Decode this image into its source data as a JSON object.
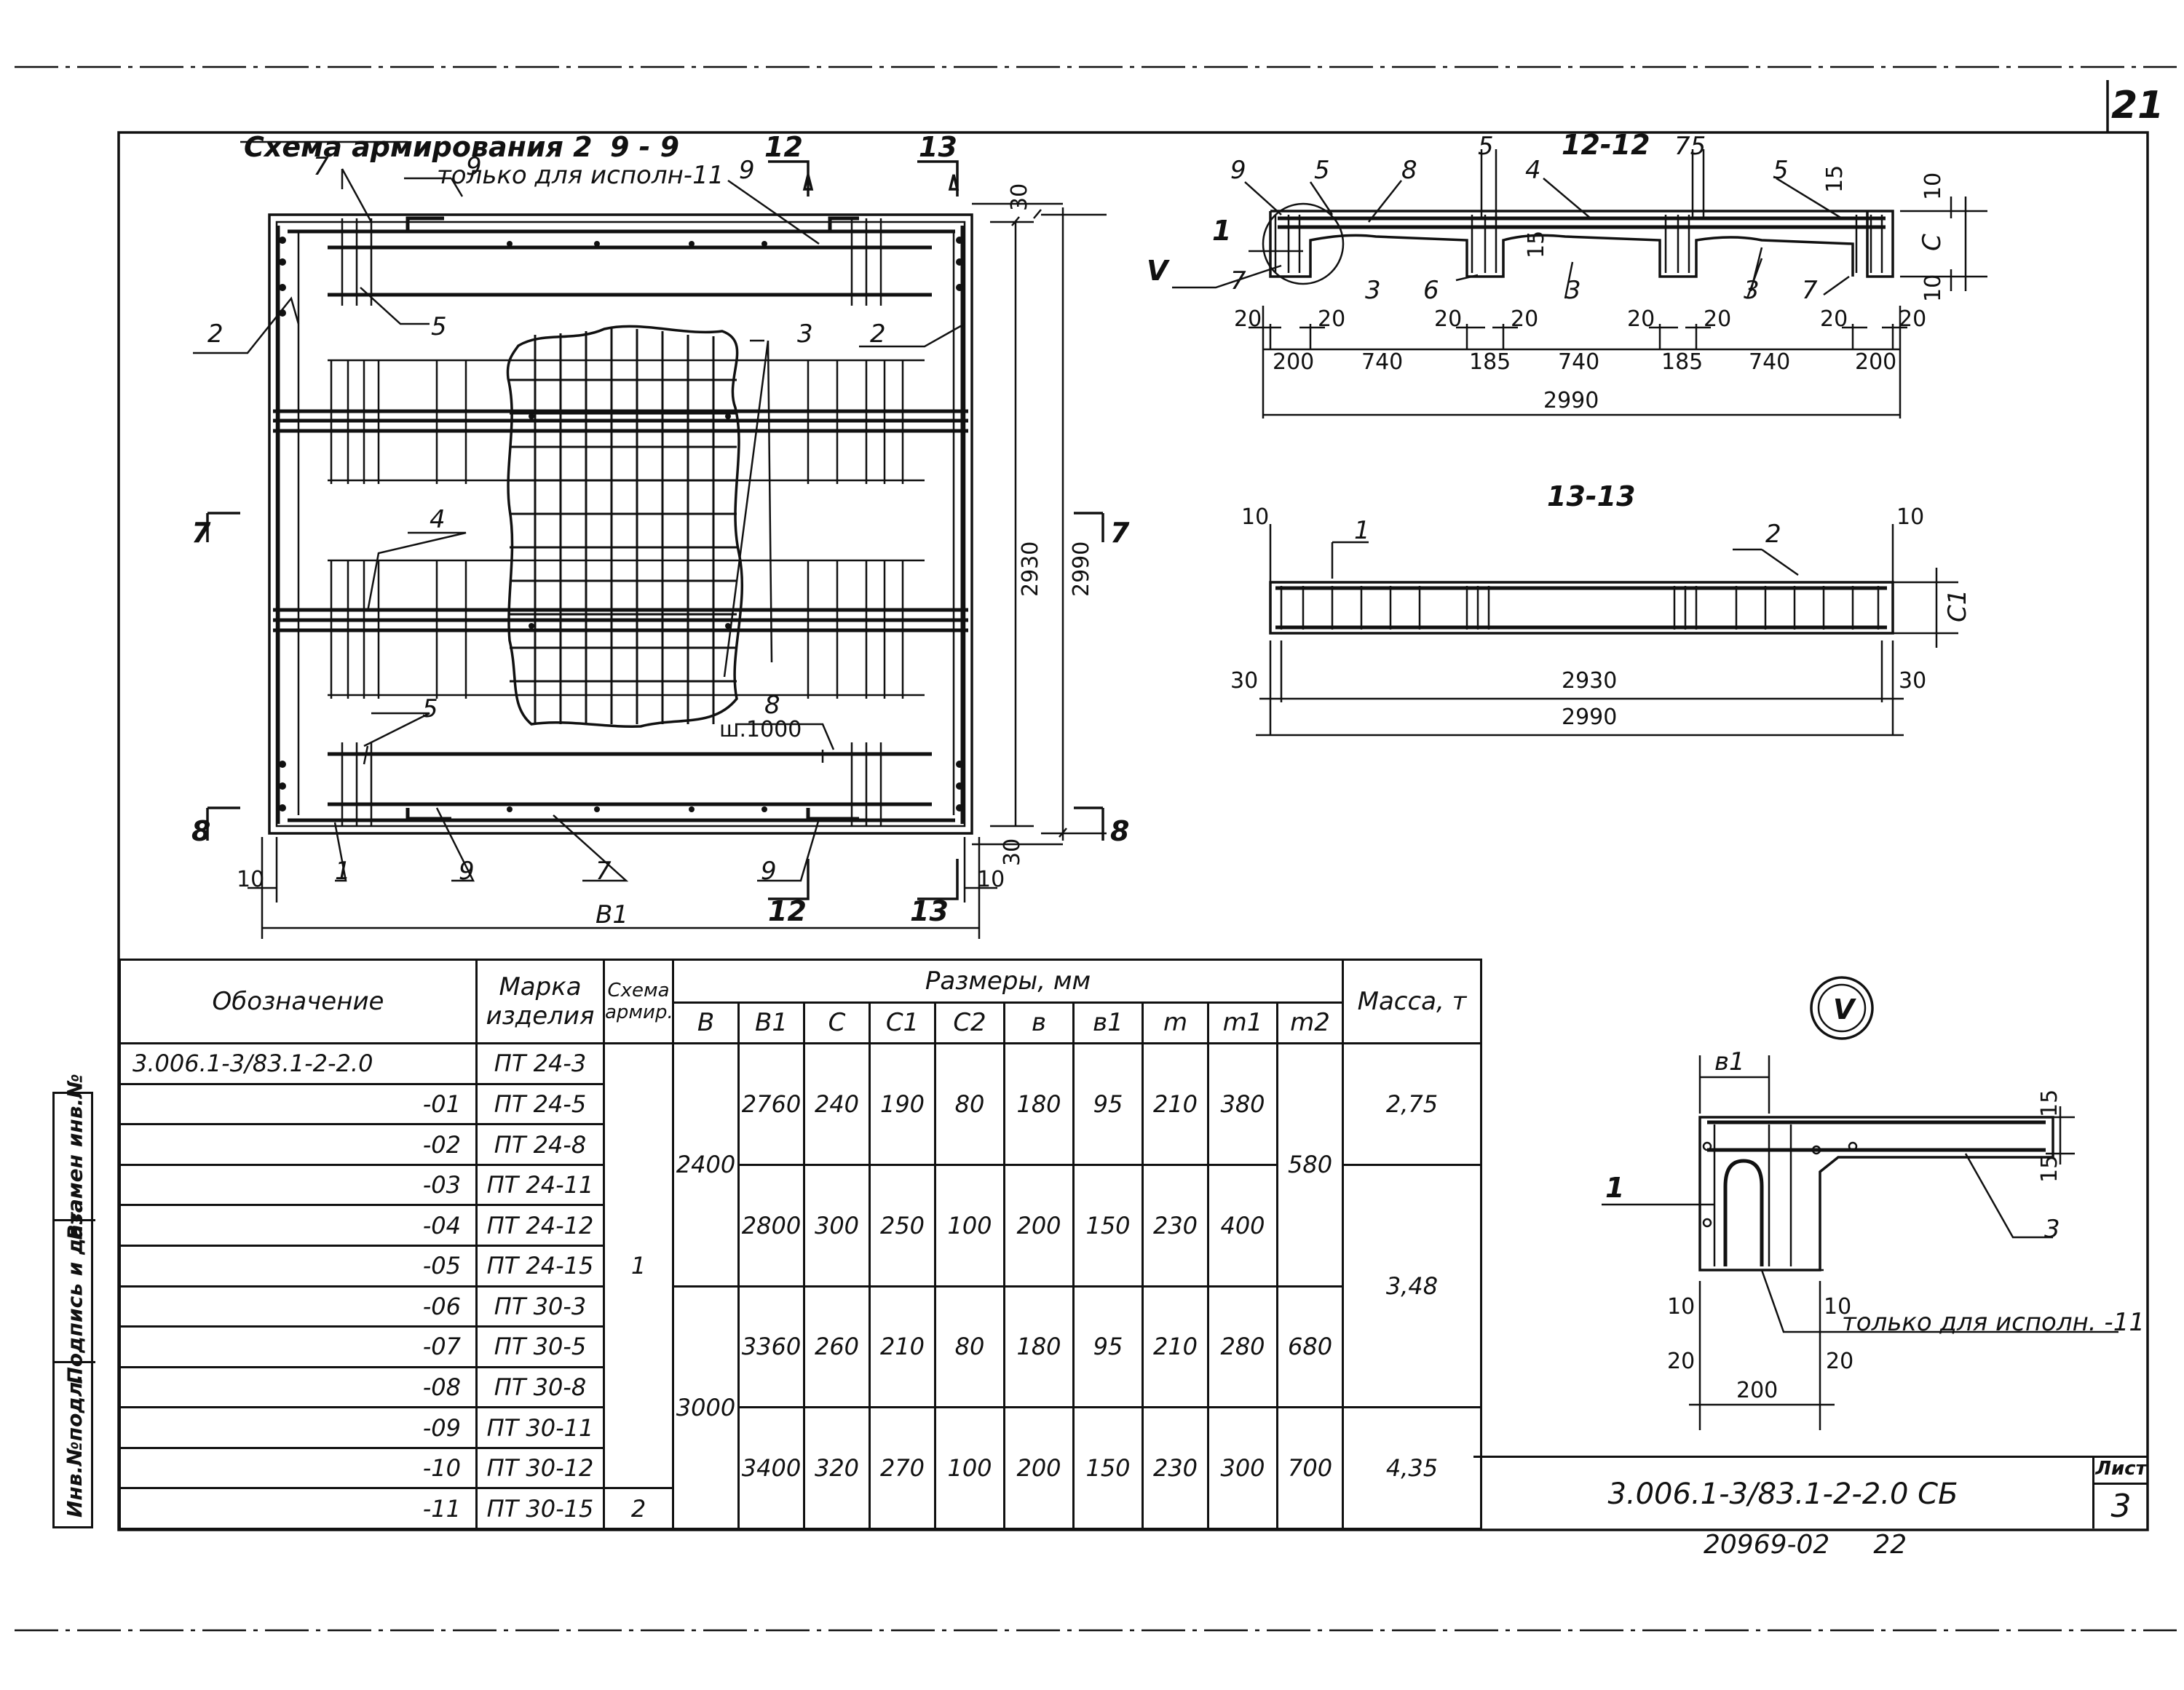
{
  "page_number": "21",
  "plan": {
    "title": "Схема армирования 2",
    "section_title": "9 - 9",
    "note_top": "только для исполн-11",
    "callouts": [
      "7",
      "9",
      "9",
      "5",
      "2",
      "3",
      "2",
      "4",
      "5",
      "8",
      "1",
      "9",
      "7",
      "9",
      "12",
      "13",
      "12",
      "13",
      "7",
      "7",
      "8",
      "8"
    ],
    "mesh_label": "ш.1000",
    "dims": {
      "d30_top": "30",
      "d30_bot": "30",
      "d10_left": "10",
      "d10_right": "10",
      "width": "В1",
      "h2930": "2930",
      "h2990": "2990"
    }
  },
  "section_12": {
    "title": "12-12",
    "callouts": [
      "9",
      "5",
      "8",
      "5",
      "4",
      "75",
      "5",
      "15",
      "1",
      "V",
      "7",
      "3",
      "6",
      "15",
      "3",
      "3",
      "7",
      "10",
      "С",
      "10"
    ],
    "small_dims": [
      "20",
      "20",
      "20",
      "20",
      "20",
      "20",
      "20",
      "20"
    ],
    "spans": [
      "200",
      "740",
      "185",
      "740",
      "185",
      "740",
      "200"
    ],
    "total": "2990"
  },
  "section_13": {
    "title": "13-13",
    "callouts": [
      "1",
      "2",
      "10",
      "10",
      "С1"
    ],
    "dim_left": "30",
    "dim_right": "30",
    "inner": "2930",
    "total": "2990"
  },
  "detail_v": {
    "title": "V",
    "callouts": [
      "в1",
      "15",
      "15",
      "1",
      "3",
      "10",
      "10",
      "20",
      "20"
    ],
    "note": "только для исполн. -11",
    "width": "200"
  },
  "spec_table": {
    "headers": {
      "designation": "Обозначение",
      "mark": "Марка изделия",
      "scheme": "Схема армир.",
      "sizes": "Размеры, мм",
      "mass": "Масса, т",
      "cols": [
        "В",
        "В1",
        "С",
        "С1",
        "С2",
        "в",
        "в1",
        "m",
        "m1",
        "m2"
      ]
    },
    "rows": [
      {
        "d": "3.006.1-3/83.1-2-2.0",
        "m": "ПТ 24-3"
      },
      {
        "d": "-01",
        "m": "ПТ 24-5"
      },
      {
        "d": "-02",
        "m": "ПТ 24-8"
      },
      {
        "d": "-03",
        "m": "ПТ 24-11"
      },
      {
        "d": "-04",
        "m": "ПТ 24-12"
      },
      {
        "d": "-05",
        "m": "ПТ 24-15"
      },
      {
        "d": "-06",
        "m": "ПТ 30-3"
      },
      {
        "d": "-07",
        "m": "ПТ 30-5"
      },
      {
        "d": "-08",
        "m": "ПТ 30-8"
      },
      {
        "d": "-09",
        "m": "ПТ 30-11"
      },
      {
        "d": "-10",
        "m": "ПТ 30-12"
      },
      {
        "d": "-11",
        "m": "ПТ 30-15"
      }
    ],
    "scheme_1": "1",
    "scheme_2": "2",
    "B": [
      "2400",
      "3000"
    ],
    "groups": [
      {
        "B1": "2760",
        "C": "240",
        "C1": "190",
        "C2": "80",
        "b": "180",
        "b1": "95",
        "m": "210",
        "m1": "380"
      },
      {
        "B1": "2800",
        "C": "300",
        "C1": "250",
        "C2": "100",
        "b": "200",
        "b1": "150",
        "m": "230",
        "m1": "400"
      },
      {
        "B1": "3360",
        "C": "260",
        "C1": "210",
        "C2": "80",
        "b": "180",
        "b1": "95",
        "m": "210",
        "m1": "280"
      },
      {
        "B1": "3400",
        "C": "320",
        "C1": "270",
        "C2": "100",
        "b": "200",
        "b1": "150",
        "m": "230",
        "m1": "300"
      }
    ],
    "m2": [
      "580",
      "680",
      "700"
    ],
    "mass": [
      "2,75",
      "3,48",
      "4,35"
    ]
  },
  "side_stamp": [
    "Инв.№подл.",
    "Подпись и дата",
    "Взамен инв.№"
  ],
  "title_block": {
    "code": "3.006.1-3/83.1-2-2.0 СБ",
    "sheet_label": "Лист",
    "sheet": "3"
  },
  "stamp_numbers": [
    "20969-02",
    "22"
  ]
}
